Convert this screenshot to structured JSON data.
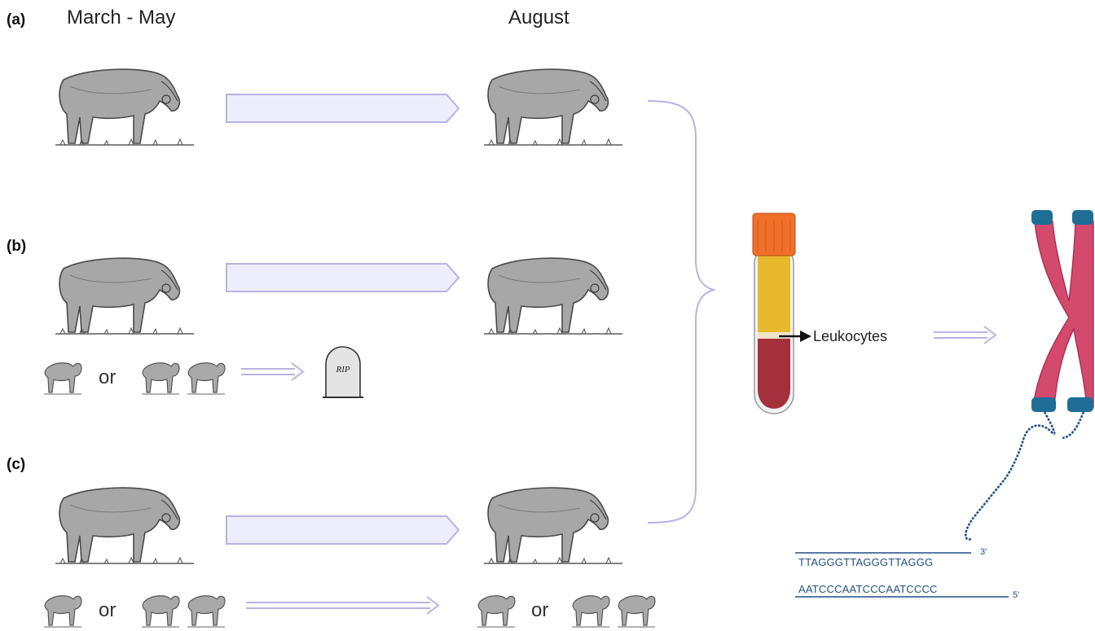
{
  "panels": {
    "a": "(a)",
    "b": "(b)",
    "c": "(c)"
  },
  "headers": {
    "spring": "March - May",
    "summer": "August"
  },
  "connectors": {
    "or": "or"
  },
  "gravestone": {
    "text": "RIP"
  },
  "tube": {
    "arrow_label": "Leukocytes"
  },
  "telomere": {
    "top_strand": "TTAGGGTTAGGGTTAGGG",
    "bottom_strand": "AATCCCAATCCCAATCCCC",
    "top_end": "3'",
    "bottom_end": "5'"
  },
  "colors": {
    "arrow_fill": "#eeedfb",
    "arrow_stroke": "#b7b3e4",
    "bracket": "#b7b3e4",
    "tube_cap": "#f0702a",
    "plasma": "#e8b92c",
    "blood": "#a3303a",
    "chromosome": "#d44a6c",
    "telomere_cap": "#1e6e96",
    "dna": "#1f4f85"
  }
}
